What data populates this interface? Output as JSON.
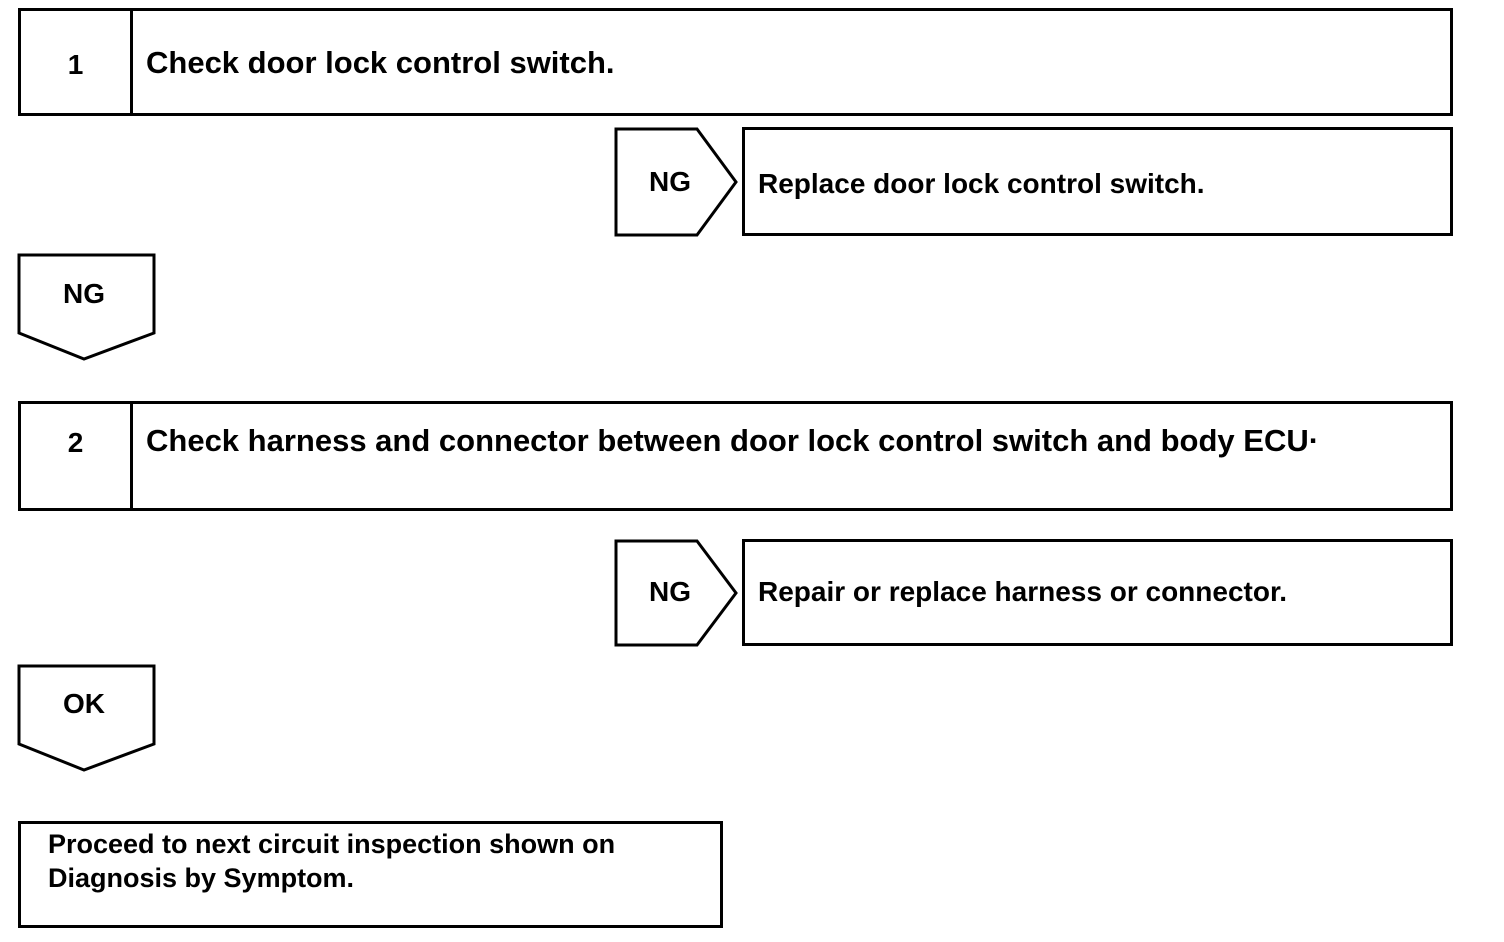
{
  "steps": [
    {
      "number": "1",
      "text": "Check door lock control switch."
    },
    {
      "number": "2",
      "text": "Check harness and connector between door lock control switch and body ECU·"
    }
  ],
  "branches": [
    {
      "label": "NG",
      "action": "Replace door lock control switch."
    },
    {
      "label": "NG",
      "action": "Repair or replace harness or connector."
    }
  ],
  "flow_labels": [
    "NG",
    "OK"
  ],
  "final": {
    "line1": "Proceed to next circuit inspection shown on",
    "line2": "Diagnosis by Symptom."
  },
  "colors": {
    "stroke": "#000000",
    "background": "#ffffff"
  }
}
